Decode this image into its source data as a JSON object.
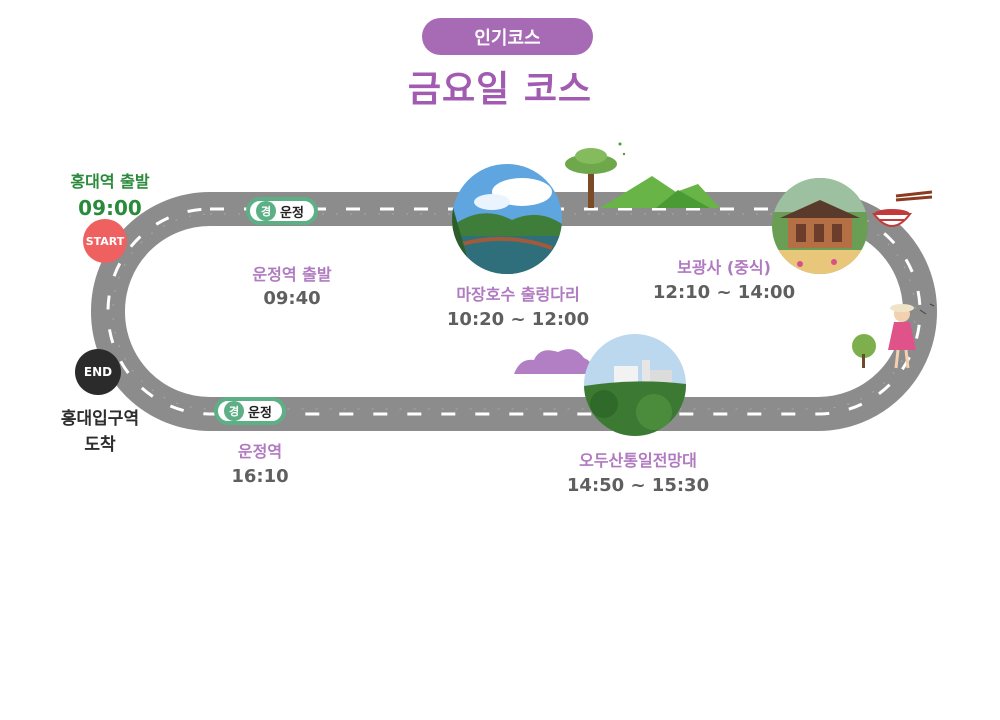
{
  "header": {
    "badge": "인기코스",
    "title": "금요일 코스"
  },
  "start": {
    "title": "홍대역 출발",
    "time": "09:00",
    "badge": "START"
  },
  "end": {
    "badge": "END",
    "line1": "홍대입구역",
    "line2": "도착"
  },
  "via_badge": {
    "icon_text": "경",
    "label": "운정"
  },
  "stops": [
    {
      "name": "운정역 출발",
      "time": "09:40"
    },
    {
      "name": "마장호수 출렁다리",
      "time": "10:20 ~ 12:00"
    },
    {
      "name": "보광사 (중식)",
      "time": "12:10 ~ 14:00"
    },
    {
      "name": "오두산통일전망대",
      "time": "14:50 ~ 15:30"
    },
    {
      "name": "운정역",
      "time": "16:10"
    }
  ],
  "colors": {
    "accent_purple": "#a76ab5",
    "road": "#8c8c8c",
    "via_green": "#5db085",
    "start_red": "#ef6161",
    "end_dark": "#2b2b2b"
  },
  "icons": [
    "tree-icon",
    "mountain-icon",
    "noodle-bowl-icon",
    "traveler-icon",
    "bush-icon",
    "small-tree-icon"
  ]
}
